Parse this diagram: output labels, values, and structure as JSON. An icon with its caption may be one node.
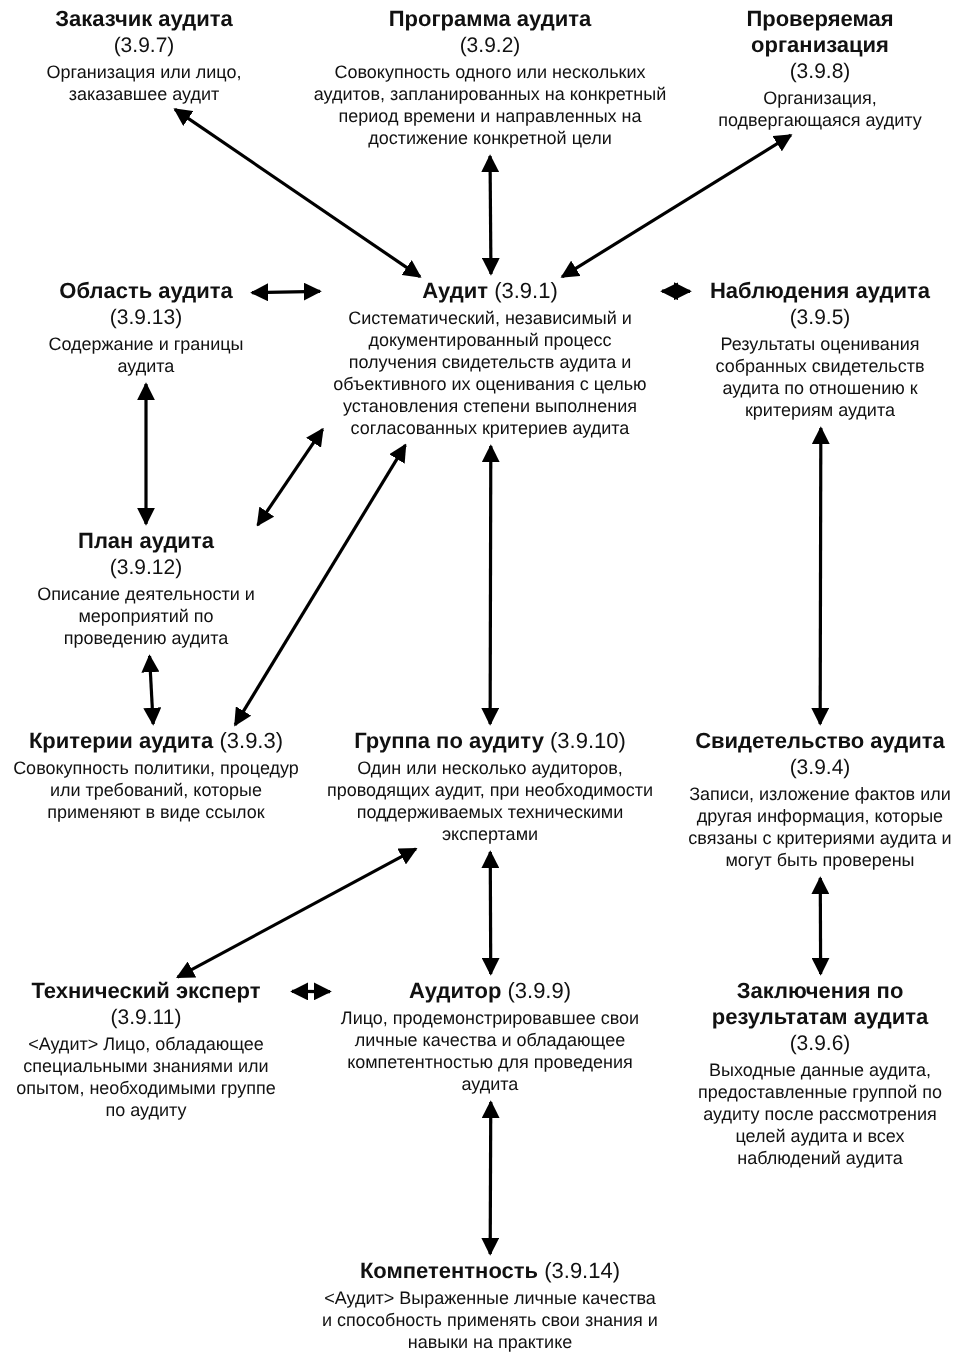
{
  "diagram": {
    "nodes": [
      {
        "text": [
          "Заказчик аудита",
          "(3.9.7)",
          "Организация или лицо, заказавшее аудит"
        ]
      },
      {
        "text": [
          "Программа аудита",
          "(3.9.2)",
          "Совокупность одного или нескольких аудитов, запланированных на конкретный период времени и направленных на достижение конкретной цели"
        ]
      },
      {
        "text": [
          "Проверяемая организация",
          "(3.9.8)",
          "Организация, подвергающаяся аудиту"
        ]
      },
      {
        "text": [
          "Область аудита",
          "(3.9.13)",
          "Содержание и границы аудита"
        ]
      },
      {
        "text": [
          "Аудит",
          "(3.9.1)",
          "Систематический, независимый и документированный процесс получения свидетельств аудита и объективного их оценивания с целью установления степени выполнения согласованных критериев аудита"
        ]
      },
      {
        "text": [
          "Наблюдения аудита",
          "(3.9.5)",
          "Результаты оценивания собранных свидетельств аудита по отношению к критериям аудита"
        ]
      },
      {
        "text": [
          "План аудита",
          "(3.9.12)",
          "Описание деятельности и мероприятий по проведению аудита"
        ]
      },
      {
        "text": [
          "Критерии аудита",
          "(3.9.3)",
          "Совокупность политики, процедур или требований, которые применяют в виде ссылок"
        ]
      },
      {
        "text": [
          "Группа по аудиту",
          "(3.9.10)",
          "Один или несколько аудиторов, проводящих аудит, при необходимости поддерживаемых техническими экспертами"
        ]
      },
      {
        "text": [
          "Свидетельство аудита",
          "(3.9.4)",
          "Записи, изложение фактов или другая информация, которые связаны с критериями аудита и могут быть проверены"
        ]
      },
      {
        "text": [
          "Технический эксперт",
          "(3.9.11)",
          "<Аудит> Лицо, обладающее специальными знаниями или опытом, необходимыми группе по аудиту"
        ]
      },
      {
        "text": [
          "Аудитор",
          "(3.9.9)",
          "Лицо, продемонстрировавшее свои личные качества и обладающее компетентностью для проведения аудита"
        ]
      },
      {
        "text": [
          "Заключения по результатам аудита",
          "(3.9.6)",
          "Выходные данные аудита, предоставленные группой по аудиту после рассмотрения целей аудита и всех наблюдений аудита"
        ]
      },
      {
        "text": [
          "Компетентность",
          "(3.9.14)",
          "<Аудит> Выраженные личные качества и способность применять свои знания и навыки на практике"
        ]
      }
    ],
    "edges": [
      {
        "from": 4,
        "to": 0,
        "arrow": "both"
      },
      {
        "from": 4,
        "to": 1,
        "arrow": "both"
      },
      {
        "from": 4,
        "to": 2,
        "arrow": "both"
      },
      {
        "from": 3,
        "to": 4,
        "arrow": "both"
      },
      {
        "from": 4,
        "to": 5,
        "arrow": "both"
      },
      {
        "from": 3,
        "to": 6,
        "arrow": "both"
      },
      {
        "from": 6,
        "to": 4,
        "arrow": "both"
      },
      {
        "from": 7,
        "to": 4,
        "arrow": "both"
      },
      {
        "from": 6,
        "to": 7,
        "arrow": "both"
      },
      {
        "from": 4,
        "to": 8,
        "arrow": "both"
      },
      {
        "from": 5,
        "to": 9,
        "arrow": "both"
      },
      {
        "from": 8,
        "to": 10,
        "arrow": "both"
      },
      {
        "from": 8,
        "to": 11,
        "arrow": "both"
      },
      {
        "from": 10,
        "to": 11,
        "arrow": "both"
      },
      {
        "from": 9,
        "to": 12,
        "arrow": "both"
      },
      {
        "from": 11,
        "to": 13,
        "arrow": "both"
      }
    ]
  }
}
